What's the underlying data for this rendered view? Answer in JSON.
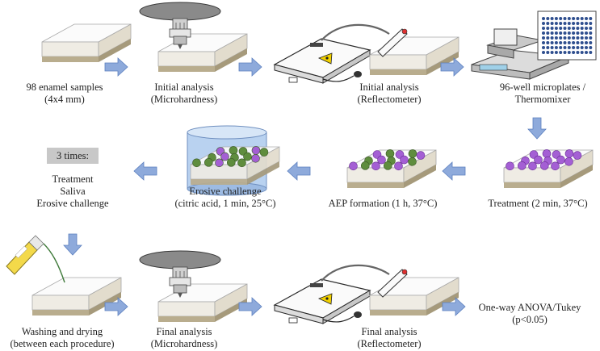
{
  "steps": {
    "samples": [
      "98 enamel samples",
      "(4x4 mm)"
    ],
    "initial_microhardness": [
      "Initial analysis",
      "(Microhardness)"
    ],
    "initial_reflectometer": [
      "Initial analysis",
      "(Reflectometer)"
    ],
    "microplates": [
      "96-well microplates /",
      "Thermomixer"
    ],
    "treatment": "Treatment (2 min,  37°C)",
    "aep": "AEP formation  (1 h, 37°C)",
    "erosive": [
      "Erosive challenge",
      "(citric acid, 1 min,  25°C)"
    ],
    "repeat_title": "3 times:",
    "repeat_items": [
      "Treatment",
      "Saliva",
      "Erosive challenge"
    ],
    "washing": [
      "Washing  and drying",
      "(between each procedure)"
    ],
    "final_microhardness": [
      "Final analysis",
      "(Microhardness)"
    ],
    "final_reflectometer": [
      "Final analysis",
      "(Reflectometer)"
    ],
    "stats": [
      "One-way ANOVA/Tukey",
      "(p<0.05)"
    ]
  },
  "colors": {
    "arrow": "#8eaadb",
    "arrow_stroke": "#5b7fbf",
    "block_top": "#fbfbfb",
    "block_side": "#e9e5da",
    "block_base": "#b9ad8e",
    "purple": "#a45fd4",
    "green": "#5f8d3e",
    "device_yellow": "#f2d100",
    "beaker": "#b9d2f0"
  },
  "icons": [
    "arrow-right",
    "arrow-left",
    "arrow-down",
    "enamel-block",
    "microhardness-tester",
    "reflectometer",
    "thermomixer",
    "microplate",
    "beaker",
    "dropper-bottle"
  ]
}
